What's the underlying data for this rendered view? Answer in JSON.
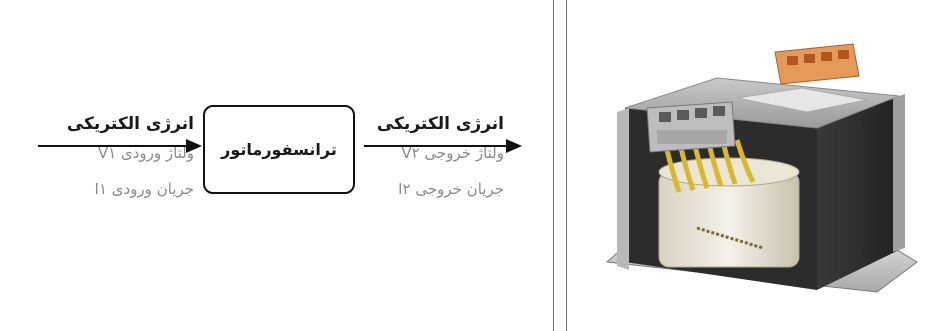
{
  "input": {
    "title": "انرژی الکتریکی",
    "voltage": "ولتاژ ورودی V۱",
    "current": "جریان ورودی I۱"
  },
  "transformer": {
    "label": "ترانسفورماتور"
  },
  "output": {
    "title": "انرژی الکتریکی",
    "voltage": "ولتاژ خروجی V۲",
    "current": "جریان خروجی I۲"
  }
}
